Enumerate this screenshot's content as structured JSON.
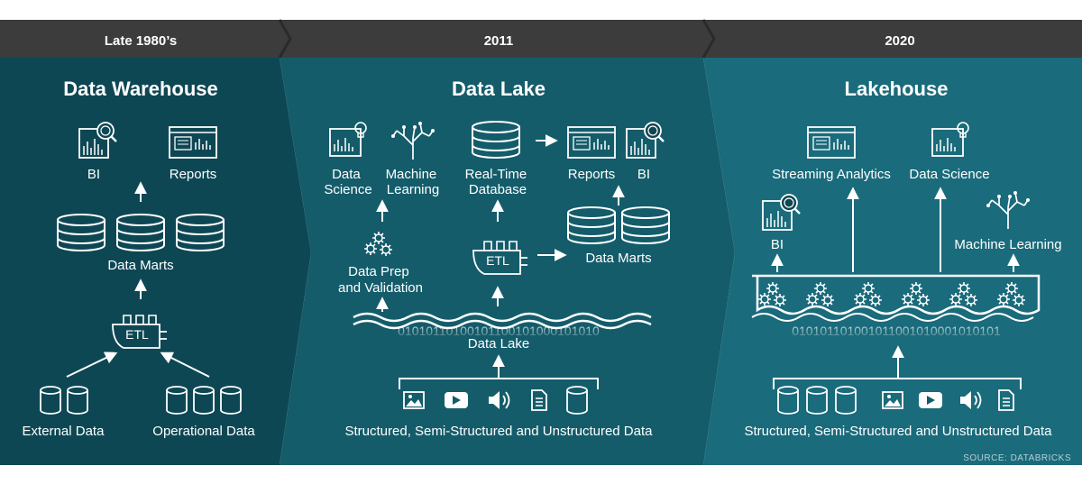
{
  "eras": [
    {
      "period": "Late 1980’s",
      "title": "Data Warehouse",
      "labels": {
        "bi": "BI",
        "reports": "Reports",
        "data_marts": "Data Marts",
        "etl": "ETL",
        "external_data": "External Data",
        "operational_data": "Operational Data"
      }
    },
    {
      "period": "2011",
      "title": "Data Lake",
      "labels": {
        "data_science": [
          "Data",
          "Science"
        ],
        "machine_learning": [
          "Machine",
          "Learning"
        ],
        "realtime_db": [
          "Real-Time",
          "Database"
        ],
        "reports": "Reports",
        "bi": "BI",
        "data_marts": "Data Marts",
        "etl": "ETL",
        "data_prep": [
          "Data Prep",
          "and Validation"
        ],
        "data_lake": "Data Lake",
        "binary": "01010110100101100101000101010",
        "sources": "Structured, Semi-Structured and Unstructured Data"
      }
    },
    {
      "period": "2020",
      "title": "Lakehouse",
      "labels": {
        "streaming_analytics": "Streaming Analytics",
        "data_science": "Data Science",
        "bi": "BI",
        "machine_learning": "Machine Learning",
        "binary": "010101101001011001010001010101",
        "sources": "Structured, Semi-Structured and Unstructured Data"
      }
    }
  ],
  "source_note": "SOURCE: DATABRICKS",
  "colors": {
    "header_bg": "#3c3c3c",
    "header_text": "#ffffff",
    "panel1_bg": "#0e4754",
    "panel2_bg": "#145c6a",
    "panel3_bg": "#1a6b7b",
    "line": "#ffffff"
  }
}
